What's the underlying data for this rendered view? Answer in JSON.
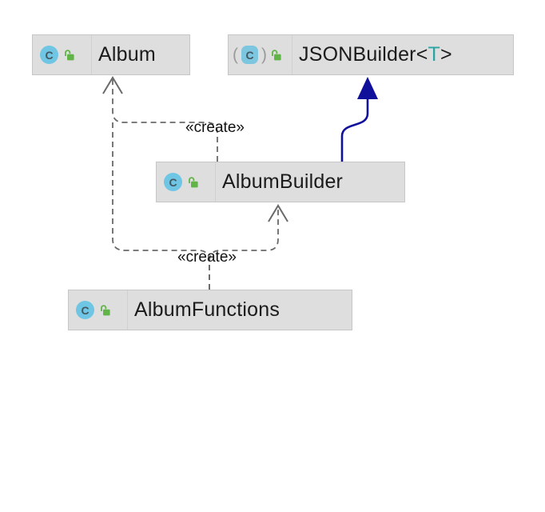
{
  "palette": {
    "node_background": "#dedede",
    "node_border": "#c6c6c6",
    "node_text": "#1b1b1b",
    "class_icon_fill": "#6ec5e4",
    "class_icon_letter_color": "#44585f",
    "lock_icon_color": "#61b447",
    "paren_color": "#9a9a9a",
    "generic_param_color": "#2ba3a3",
    "dependency_line": "#6a6a6a",
    "inheritance_line": "#10109b",
    "edge_label_color": "#111111"
  },
  "nodes": {
    "album": {
      "label": "Album",
      "icon_letter": "C",
      "visibility": "public"
    },
    "json_builder": {
      "label_prefix": "JSONBuilder<",
      "type_param": "T",
      "label_suffix": ">",
      "icon_letter": "C",
      "paren_open": "(",
      "paren_close": ")",
      "visibility": "public"
    },
    "album_builder": {
      "label": "AlbumBuilder",
      "icon_letter": "C",
      "visibility": "public"
    },
    "album_functions": {
      "label": "AlbumFunctions",
      "icon_letter": "C",
      "visibility": "public"
    }
  },
  "edges": [
    {
      "from": "AlbumBuilder",
      "to": "Album",
      "type": "create-dependency",
      "style": "dashed",
      "label": "«create»"
    },
    {
      "from": "AlbumFunctions",
      "to": "Album",
      "type": "create-dependency",
      "style": "dashed",
      "label": "«create»"
    },
    {
      "from": "AlbumFunctions",
      "to": "AlbumBuilder",
      "type": "create-dependency",
      "style": "dashed",
      "label": ""
    },
    {
      "from": "AlbumBuilder",
      "to": "JSONBuilder<T>",
      "type": "inheritance",
      "style": "solid",
      "label": ""
    }
  ],
  "edge_labels": {
    "create_upper": "«create»",
    "create_lower": "«create»"
  }
}
